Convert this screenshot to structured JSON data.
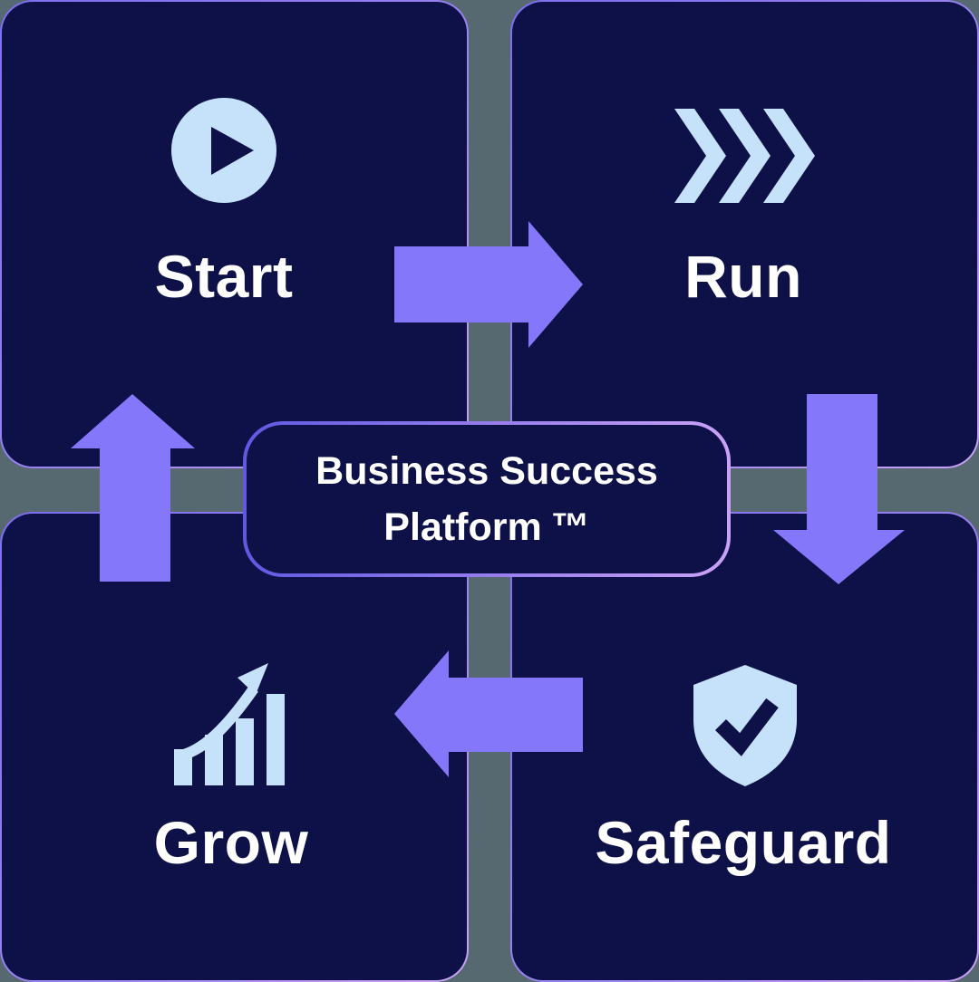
{
  "diagram": {
    "title": "Business Success Platform cycle diagram",
    "center_label": {
      "line1": "Business Success",
      "line2": "Platform",
      "trademark": "™"
    },
    "quadrants": {
      "start": {
        "label": "Start",
        "icon": "play-icon"
      },
      "run": {
        "label": "Run",
        "icon": "fast-forward-chevrons-icon"
      },
      "safeguard": {
        "label": "Safeguard",
        "icon": "shield-check-icon"
      },
      "grow": {
        "label": "Grow",
        "icon": "growth-chart-icon"
      }
    },
    "flow": [
      "Start → Run",
      "Run → Safeguard",
      "Safeguard → Grow",
      "Grow → Start"
    ],
    "colors": {
      "page_bg": "#566870",
      "card_bg": "#0e1148",
      "icon_blue": "#c6e2fb",
      "arrow": "#8577fa",
      "text": "#ffffff",
      "card_border_start": "#7d6ef0",
      "card_border_end": "#c9a2f6",
      "center_border_start": "#6158e2",
      "center_border_end": "#c9a2f6"
    }
  }
}
